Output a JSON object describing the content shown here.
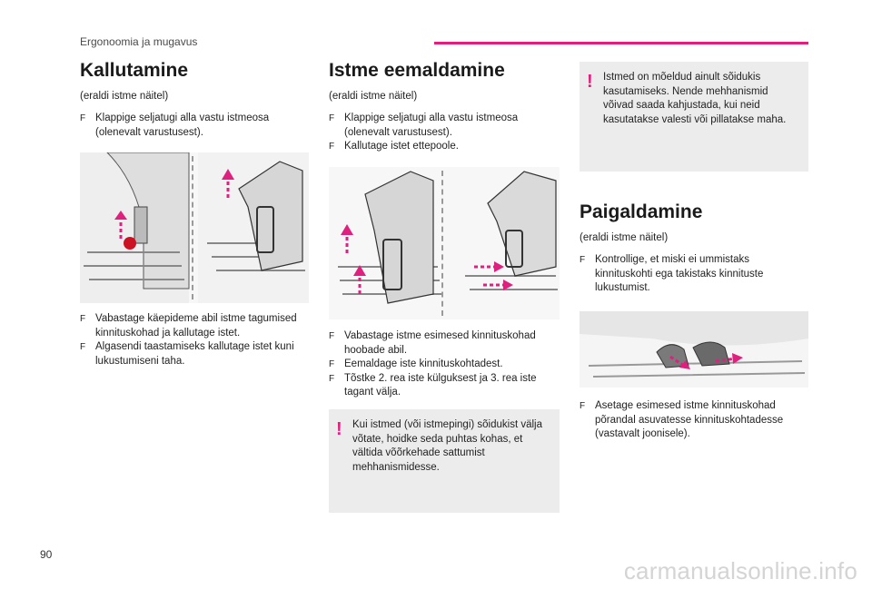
{
  "header": {
    "section": "Ergonoomia ja mugavus",
    "accent_color": "#e0207e"
  },
  "page_number": "90",
  "watermark": "carmanualsonline.info",
  "kallutamine": {
    "title": "Kallutamine",
    "note": "(eraldi istme näitel)",
    "bullets_top": [
      "Klappige seljatugi alla vastu istmeosa (olenevalt varustusest)."
    ],
    "bullets_bottom": [
      "Vabastage käepideme abil istme tagumised kinnituskohad ja kallutage istet.",
      "Algasendi taastamiseks kallutage istet kuni lukustumiseni taha."
    ]
  },
  "eemaldamine": {
    "title": "Istme eemaldamine",
    "note": "(eraldi istme näitel)",
    "bullets_top": [
      "Klappige seljatugi alla vastu istmeosa (olenevalt varustusest).",
      "Kallutage istet ettepoole."
    ],
    "bullets_bottom": [
      "Vabastage istme esimesed kinnituskohad hoobade abil.",
      "Eemaldage iste kinnituskohtadest.",
      "Tõstke 2. rea iste külguksest ja 3. rea iste tagant välja."
    ],
    "warning": "Kui istmed (või istmepingi) sõidukist välja võtate, hoidke seda puhtas kohas, et vältida võõrkehade sattumist mehhanismidesse."
  },
  "warning_right": "Istmed on mõeldud ainult sõidukis kasutamiseks. Nende mehhanismid võivad saada kahjustada, kui neid kasutatakse valesti või pillatakse maha.",
  "paigaldamine": {
    "title": "Paigaldamine",
    "note": "(eraldi istme näitel)",
    "bullets_top": [
      "Kontrollige, et miski ei ummistaks kinnituskohti ega takistaks kinnituste lukustumist."
    ],
    "bullets_bottom": [
      "Asetage esimesed istme kinnituskohad põrandal asuvatesse kinnituskohtadesse (vastavalt joonisele)."
    ]
  },
  "bullet_symbol": "F",
  "warning_symbol": "!"
}
